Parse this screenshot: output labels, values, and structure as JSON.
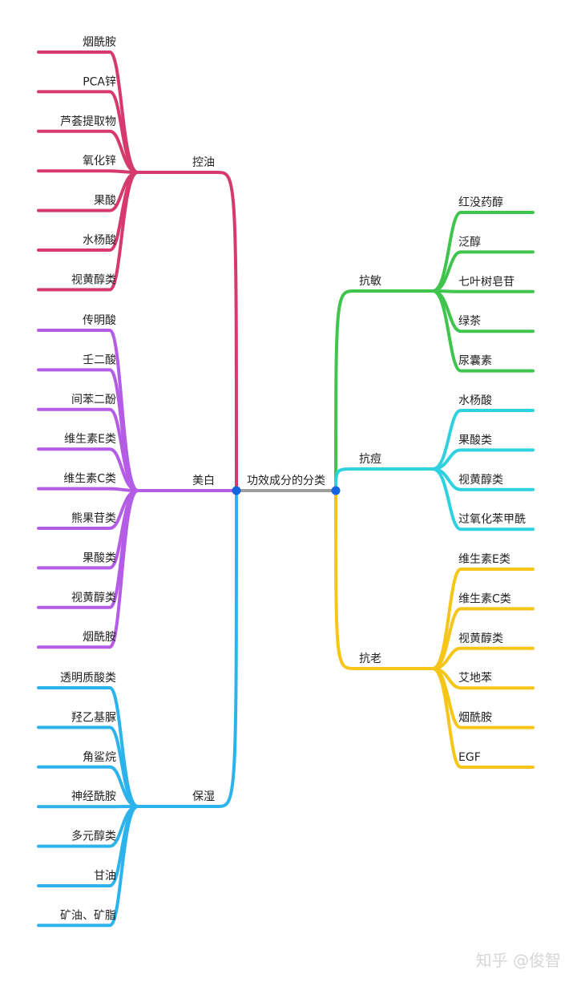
{
  "root": {
    "label": "功效成分的分类",
    "color": "#9e9e9e",
    "dot_color": "#1565e0"
  },
  "left_branches": [
    {
      "label": "控油",
      "color": "#d63a6c",
      "leaves": [
        "烟酰胺",
        "PCA锌",
        "芦荟提取物",
        "氧化锌",
        "果酸",
        "水杨酸",
        "视黄醇类"
      ]
    },
    {
      "label": "美白",
      "color": "#b45ce6",
      "leaves": [
        "传明酸",
        "壬二酸",
        "间苯二酚",
        "维生素E类",
        "维生素C类",
        "熊果苷类",
        "果酸类",
        "视黄醇类",
        "烟酰胺"
      ]
    },
    {
      "label": "保湿",
      "color": "#2cb3ec",
      "leaves": [
        "透明质酸类",
        "羟乙基脲",
        "角鲨烷",
        "神经酰胺",
        "多元醇类",
        "甘油",
        "矿油、矿脂"
      ]
    }
  ],
  "right_branches": [
    {
      "label": "抗敏",
      "color": "#3fc54e",
      "leaves": [
        "红没药醇",
        "泛醇",
        "七叶树皂苷",
        "绿茶",
        "尿囊素"
      ]
    },
    {
      "label": "抗痘",
      "color": "#2fd1df",
      "leaves": [
        "水杨酸",
        "果酸类",
        "视黄醇类",
        "过氧化苯甲酰"
      ]
    },
    {
      "label": "抗老",
      "color": "#f5c518",
      "leaves": [
        "维生素E类",
        "维生素C类",
        "视黄醇类",
        "艾地苯",
        "烟酰胺",
        "EGF"
      ]
    }
  ],
  "watermark": "知乎 @俊智"
}
